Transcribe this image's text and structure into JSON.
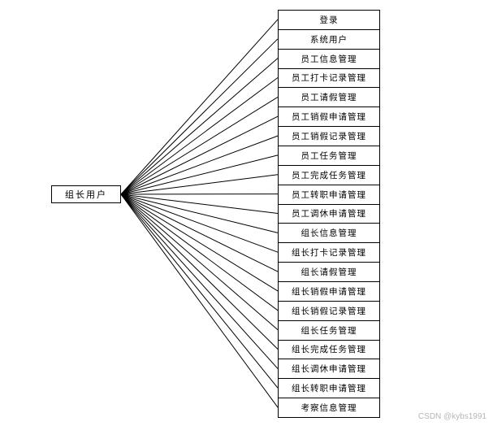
{
  "root": {
    "label": "组长用户"
  },
  "items": [
    "登录",
    "系统用户",
    "员工信息管理",
    "员工打卡记录管理",
    "员工请假管理",
    "员工销假申请管理",
    "员工销假记录管理",
    "员工任务管理",
    "员工完成任务管理",
    "员工转职申请管理",
    "员工调休申请管理",
    "组长信息管理",
    "组长打卡记录管理",
    "组长请假管理",
    "组长销假申请管理",
    "组长销假记录管理",
    "组长任务管理",
    "组长完成任务管理",
    "组长调休申请管理",
    "组长转职申请管理",
    "考察信息管理"
  ],
  "watermark": "CSDN @kybs1991"
}
